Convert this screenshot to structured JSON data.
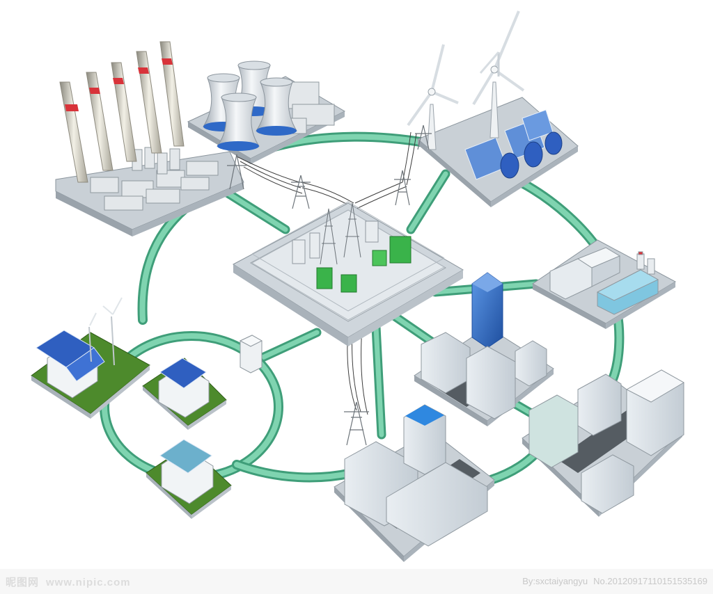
{
  "scene": {
    "subject": "smart-grid",
    "colors": {
      "grid_line": "#5dbf95",
      "grid_line_dark": "#3f9e79",
      "platform": "#d7dde2",
      "platform_side": "#aab3bb",
      "substation_green": "#3ab34a",
      "solar_blue": "#2f5fc0",
      "glass_blue": "#3f7fd6",
      "grass": "#4d8a2c",
      "chimney_stripe": "#d8333a"
    }
  },
  "watermark": {
    "brand": "昵图网",
    "site": "www.nipic.com",
    "author": "By:sxctaiyangyu",
    "number": "No.20120917110151535169"
  }
}
